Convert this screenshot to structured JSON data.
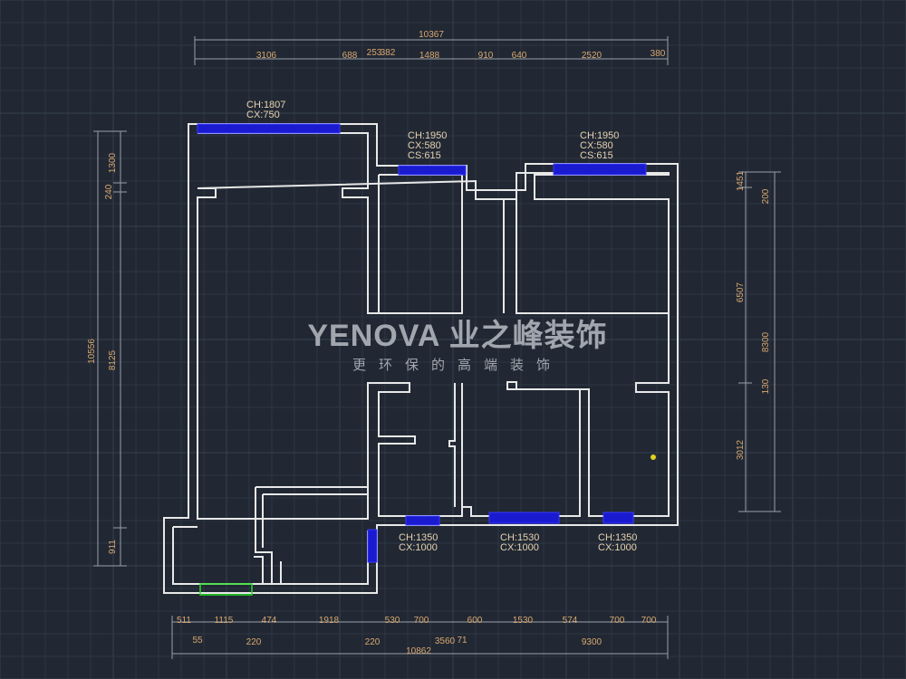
{
  "watermark": {
    "brand": "YENOVA 业之峰装饰",
    "slogan": "更环保的高端装饰"
  },
  "top_dims": {
    "total": "10367",
    "segments": [
      "3106",
      "688",
      "253",
      "382",
      "1488",
      "910",
      "640",
      "2520",
      "380"
    ]
  },
  "bottom_dims": {
    "row1": [
      "511",
      "1115",
      "474",
      "1918",
      "530",
      "700",
      "600",
      "1530",
      "574",
      "700",
      "700"
    ],
    "row2": [
      "55",
      "220",
      "220",
      "3560",
      "71",
      "9300"
    ],
    "total": "10862"
  },
  "left_dims": {
    "outer": "10556",
    "inner": [
      "1300",
      "240",
      "8125",
      "911"
    ]
  },
  "right_dims": {
    "inner": [
      "1451",
      "6507",
      "3012"
    ],
    "outer": [
      "200",
      "8300",
      "130"
    ]
  },
  "windows": [
    {
      "ch": "CH:1807",
      "cx": "CX:750"
    },
    {
      "ch": "CH:1950",
      "cx": "CX:580",
      "cs": "CS:615"
    },
    {
      "ch": "CH:1950",
      "cx": "CX:580",
      "cs": "CS:615"
    },
    {
      "ch": "CH:1350",
      "cx": "CX:1000"
    },
    {
      "ch": "CH:1530",
      "cx": "CX:1000"
    },
    {
      "ch": "CH:1350",
      "cx": "CX:1000"
    }
  ],
  "colors": {
    "bg": "#212833",
    "wall": "#e8e8e8",
    "window": "#1a1ad0",
    "dim_text": "#d9a870"
  }
}
